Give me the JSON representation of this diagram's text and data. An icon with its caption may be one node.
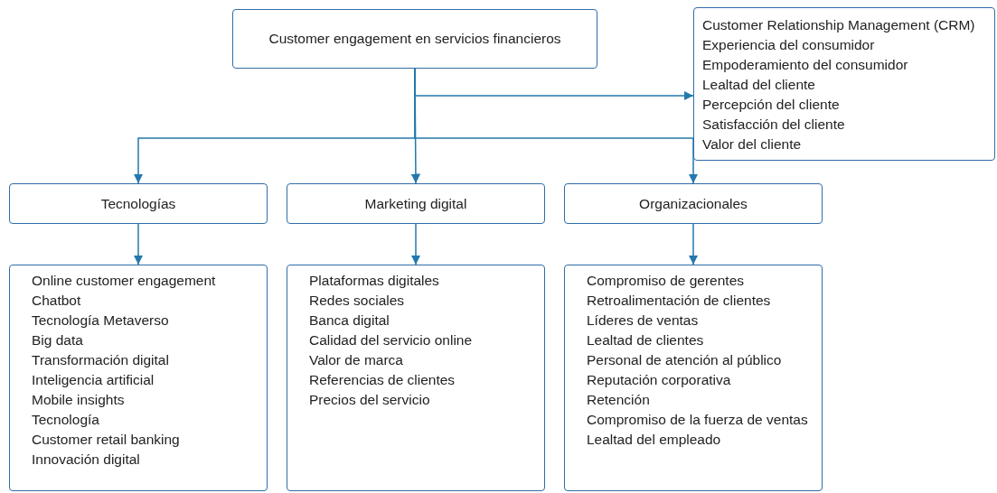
{
  "diagram": {
    "nodes": [
      {
        "text": [
          "Customer engagement en servicios financieros"
        ]
      },
      {
        "text": [
          "Customer Relationship Management (CRM)",
          "Experiencia del consumidor",
          "Empoderamiento del consumidor",
          "Lealtad del cliente",
          "Percepción del cliente",
          "Satisfacción del cliente",
          "Valor del cliente"
        ]
      },
      {
        "text": [
          "Tecnologías"
        ]
      },
      {
        "text": [
          "Marketing digital"
        ]
      },
      {
        "text": [
          "Organizacionales"
        ]
      },
      {
        "text": [
          "Online customer engagement",
          "Chatbot",
          "Tecnología Metaverso",
          "Big data",
          "Transformación digital",
          "Inteligencia artificial",
          "Mobile insights",
          "Tecnología",
          "Customer retail banking",
          "Innovación digital"
        ]
      },
      {
        "text": [
          "Plataformas digitales",
          "Redes sociales",
          "Banca digital",
          "Calidad del servicio online",
          "Valor de marca",
          "Referencias de clientes",
          "Precios del servicio"
        ]
      },
      {
        "text": [
          "Compromiso de gerentes",
          "Retroalimentación de clientes",
          "Líderes de ventas",
          "Lealtad de clientes",
          "Personal de atención al público",
          "Reputación corporativa",
          "Retención",
          "Compromiso de la fuerza de ventas",
          "Lealtad del empleado"
        ]
      }
    ],
    "edges": [
      {
        "from": 0,
        "to": 1,
        "arrow": "to"
      },
      {
        "from": 0,
        "to": 2,
        "arrow": "to"
      },
      {
        "from": 0,
        "to": 3,
        "arrow": "to"
      },
      {
        "from": 0,
        "to": 4,
        "arrow": "to"
      },
      {
        "from": 2,
        "to": 5,
        "arrow": "to"
      },
      {
        "from": 3,
        "to": 6,
        "arrow": "to"
      },
      {
        "from": 4,
        "to": 7,
        "arrow": "to"
      }
    ]
  }
}
